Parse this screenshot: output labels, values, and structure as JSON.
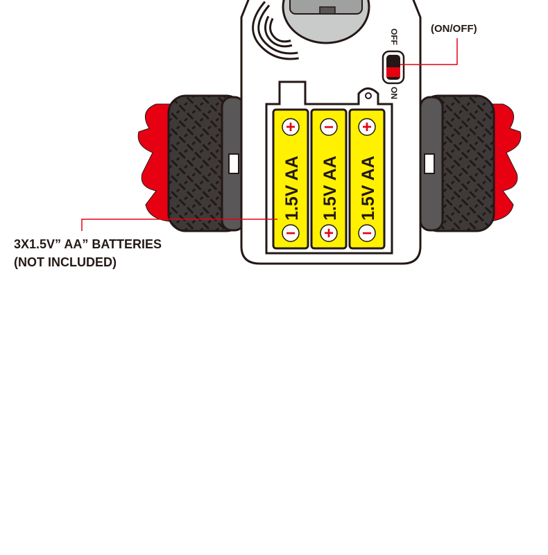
{
  "labels": {
    "switch_callout": "(ON/OFF)",
    "switch_off": "OFF",
    "switch_on": "ON",
    "battery_callout_line1": "3X1.5V” AA” BATTERIES",
    "battery_callout_line2": "(NOT INCLUDED)"
  },
  "batteries": [
    {
      "label": "1.5V AA",
      "top_terminal": "+",
      "bottom_terminal": "−"
    },
    {
      "label": "1.5V AA",
      "top_terminal": "−",
      "bottom_terminal": "+"
    },
    {
      "label": "1.5V AA",
      "top_terminal": "+",
      "bottom_terminal": "−"
    }
  ],
  "colors": {
    "accent_red": "#e60012",
    "battery_yellow": "#fff100",
    "outline": "#231815",
    "tire": "#3e3a39"
  }
}
